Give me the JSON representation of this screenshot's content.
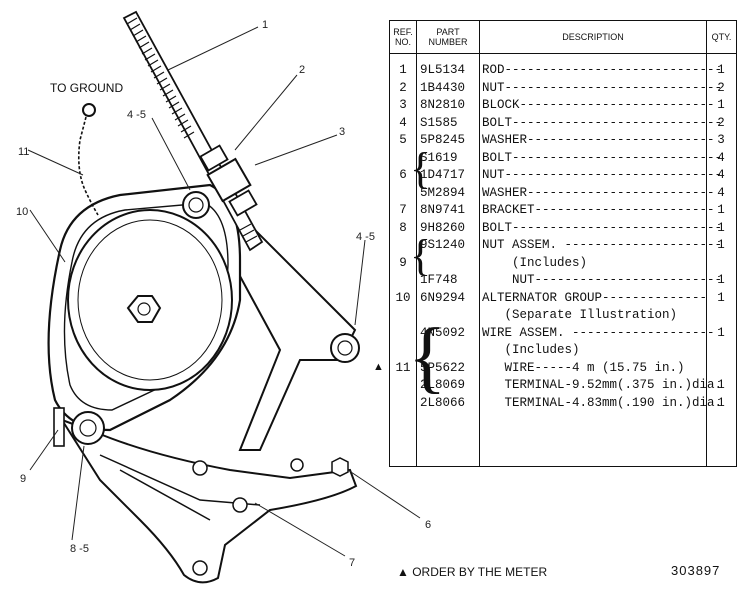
{
  "callouts": {
    "c1": "1",
    "c2": "2",
    "c3": "3",
    "c4_5a": "4 -5",
    "c4_5b": "4 -5",
    "c6": "6",
    "c7": "7",
    "c8_5": "8 -5",
    "c9": "9",
    "c10": "10",
    "c11": "11"
  },
  "ground_label": "TO GROUND",
  "table": {
    "headers": {
      "ref": "REF.\nNO.",
      "part": "PART\nNUMBER",
      "desc": "DESCRIPTION",
      "qty": "QTY."
    },
    "rows": [
      {
        "ref": "1",
        "part": "9L5134",
        "desc": "ROD-----------------------------",
        "qty": "1"
      },
      {
        "ref": "2",
        "part": "1B4430",
        "desc": "NUT-----------------------------",
        "qty": "2"
      },
      {
        "ref": "3",
        "part": "8N2810",
        "desc": "BLOCK--------------------------",
        "qty": "1"
      },
      {
        "ref": "4",
        "part": "S1585",
        "desc": "BOLT----------------------------",
        "qty": "2"
      },
      {
        "ref": "5",
        "part": "5P8245",
        "desc": "WASHER-------------------------",
        "qty": "3"
      },
      {
        "ref": "",
        "part": "S1619",
        "desc": "BOLT----------------------------",
        "qty": "4"
      },
      {
        "ref": "6",
        "part": "1D4717",
        "desc": "NUT-----------------------------",
        "qty": "4"
      },
      {
        "ref": "",
        "part": "5M2894",
        "desc": "WASHER-------------------------",
        "qty": "4"
      },
      {
        "ref": "7",
        "part": "8N9741",
        "desc": "BRACKET------------------------",
        "qty": "1"
      },
      {
        "ref": "8",
        "part": "9H8260",
        "desc": "BOLT----------------------------",
        "qty": "1"
      },
      {
        "ref": "",
        "part": "9S1240",
        "desc": "NUT ASSEM. ---------------------",
        "qty": "1"
      },
      {
        "ref": "9",
        "part": "",
        "desc": "    (Includes)",
        "qty": ""
      },
      {
        "ref": "",
        "part": "1F748",
        "desc": "    NUT-------------------------",
        "qty": "1"
      },
      {
        "ref": "10",
        "part": "6N9294",
        "desc": "ALTERNATOR GROUP--------------",
        "qty": "1"
      },
      {
        "ref": "",
        "part": "",
        "desc": "   (Separate Illustration)",
        "qty": ""
      },
      {
        "ref": "",
        "part": "4N5092",
        "desc": "WIRE ASSEM. -------------------",
        "qty": "1"
      },
      {
        "ref": "",
        "part": "",
        "desc": "   (Includes)",
        "qty": ""
      },
      {
        "ref": "11",
        "part": "5P5622",
        "desc": "   WIRE-----4 m (15.75 in.)",
        "qty": ""
      },
      {
        "ref": "",
        "part": "2L8069",
        "desc": "   TERMINAL-9.52mm(.375 in.)dia.",
        "qty": "1"
      },
      {
        "ref": "",
        "part": "2L8066",
        "desc": "   TERMINAL-4.83mm(.190 in.)dia.",
        "qty": "1"
      }
    ]
  },
  "order_marker": "▲",
  "footer_note": "▲ ORDER BY THE METER",
  "drawing_number": "303897"
}
